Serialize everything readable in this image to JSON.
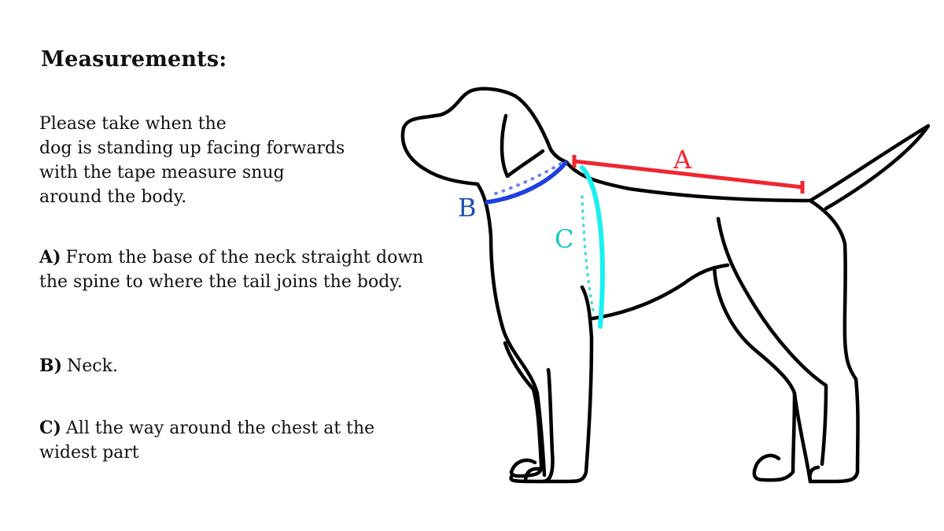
{
  "title": "Measurements:",
  "intro": [
    "Please take when the",
    "dog is standing up facing forwards",
    "with the tape measure snug",
    "around the body."
  ],
  "items": [
    {
      "key": "A)",
      "text": "From the base of the neck straight down the spine to where the tail joins the body."
    },
    {
      "key": "B)",
      "text": "Neck."
    },
    {
      "key": "C)",
      "text": "All the way around the chest at the widest part"
    }
  ],
  "diagram": {
    "labels": {
      "a": "A",
      "b": "B",
      "c": "C"
    },
    "colors": {
      "a": "#f0262f",
      "b": "#1f3fe0",
      "b_label": "#1a4fb0",
      "c": "#18f0f0",
      "c_label": "#19c6c8",
      "outline": "#000000"
    }
  }
}
